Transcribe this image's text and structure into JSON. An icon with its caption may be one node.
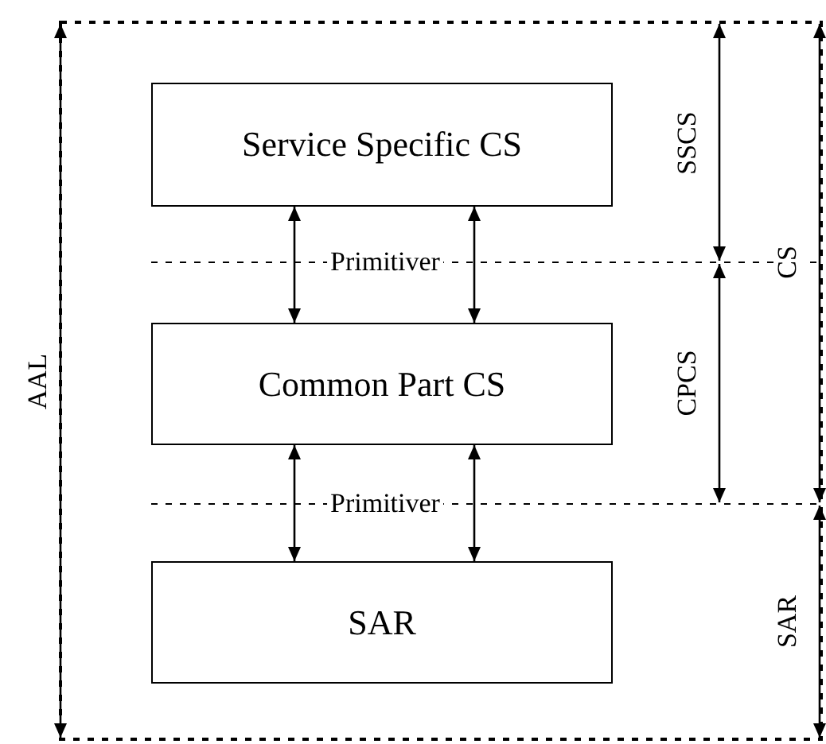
{
  "diagram": {
    "nodes": [
      {
        "text": [
          "Service Specific CS"
        ]
      },
      {
        "text": [
          "Common Part CS"
        ]
      },
      {
        "text": [
          "SAR"
        ]
      }
    ],
    "edges": [
      {
        "from": 0,
        "to": 1,
        "arrow": "both"
      },
      {
        "from": 0,
        "to": 1,
        "arrow": "both"
      },
      {
        "from": 1,
        "to": 2,
        "arrow": "both"
      },
      {
        "from": 1,
        "to": 2,
        "arrow": "both"
      }
    ],
    "labels": [
      "SSCS",
      "CS",
      "Primitiver",
      "CPCS",
      "AAL",
      "Primitiver",
      "SAR"
    ]
  }
}
